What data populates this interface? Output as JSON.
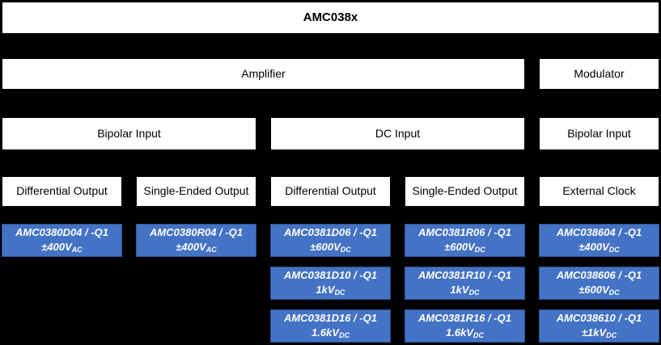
{
  "title": "AMC038x",
  "colors": {
    "background": "#000000",
    "white_box": "#FFFFFF",
    "blue_box": "#4472C4",
    "blue_box_border": "#2E5395",
    "blue_box_text": "#FFFFFF",
    "text": "#000000"
  },
  "level2": {
    "amplifier": "Amplifier",
    "modulator": "Modulator"
  },
  "level3": {
    "bipolar_left": "Bipolar Input",
    "dc_input": "DC Input",
    "bipolar_right": "Bipolar Input"
  },
  "level4": {
    "col1": "Differential Output",
    "col2": "Single-Ended Output",
    "col3": "Differential Output",
    "col4": "Single-Ended Output",
    "col5": "External Clock"
  },
  "parts": {
    "col1": [
      {
        "name": "AMC0380D04 / -Q1",
        "rating": "±400V",
        "rating_sub": "AC"
      }
    ],
    "col2": [
      {
        "name": "AMC0380R04 / -Q1",
        "rating": "±400V",
        "rating_sub": "AC"
      }
    ],
    "col3": [
      {
        "name": "AMC0381D06 / -Q1",
        "rating": "±600V",
        "rating_sub": "DC"
      },
      {
        "name": "AMC0381D10 / -Q1",
        "rating": "1kV",
        "rating_sub": "DC"
      },
      {
        "name": "AMC0381D16 / -Q1",
        "rating": "1.6kV",
        "rating_sub": "DC"
      }
    ],
    "col4": [
      {
        "name": "AMC0381R06 / -Q1",
        "rating": "±600V",
        "rating_sub": "DC"
      },
      {
        "name": "AMC0381R10 / -Q1",
        "rating": "1kV",
        "rating_sub": "DC"
      },
      {
        "name": "AMC0381R16 / -Q1",
        "rating": "1.6kV",
        "rating_sub": "DC"
      }
    ],
    "col5": [
      {
        "name": "AMC038604 / -Q1",
        "rating": "±400V",
        "rating_sub": "DC"
      },
      {
        "name": "AMC038606 / -Q1",
        "rating": "±600V",
        "rating_sub": "DC"
      },
      {
        "name": "AMC038610 / -Q1",
        "rating": "±1kV",
        "rating_sub": "DC"
      }
    ]
  }
}
